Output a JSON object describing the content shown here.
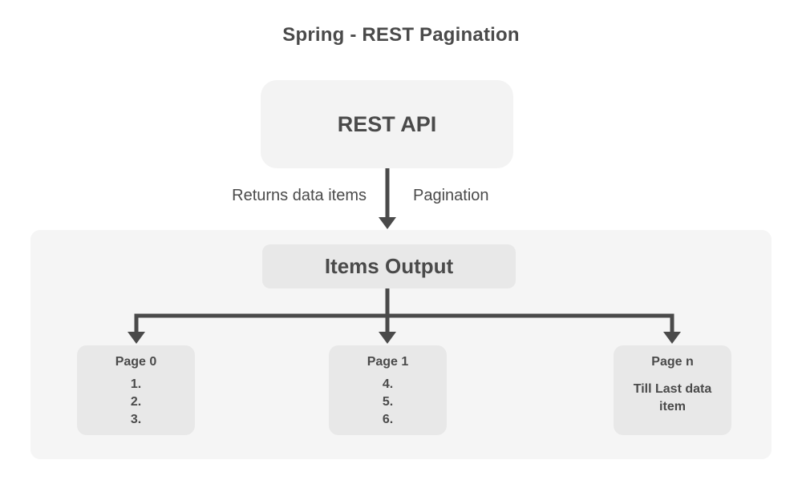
{
  "title": "Spring - REST Pagination",
  "colors": {
    "background": "#ffffff",
    "container_fill": "#f5f5f5",
    "node_fill": "#f3f3f3",
    "inner_node_fill": "#e8e8e8",
    "arrow_line": "#4a4a4a",
    "text": "#4a4a4a"
  },
  "rest_api": {
    "label": "REST API"
  },
  "flow_labels": {
    "left": "Returns data items",
    "right": "Pagination"
  },
  "items_output": {
    "label": "Items Output"
  },
  "pages": [
    {
      "title": "Page 0",
      "items": [
        "1.",
        "2.",
        "3."
      ]
    },
    {
      "title": "Page 1",
      "items": [
        "4.",
        "5.",
        "6."
      ]
    },
    {
      "title": "Page n",
      "note": "Till Last data item"
    }
  ]
}
